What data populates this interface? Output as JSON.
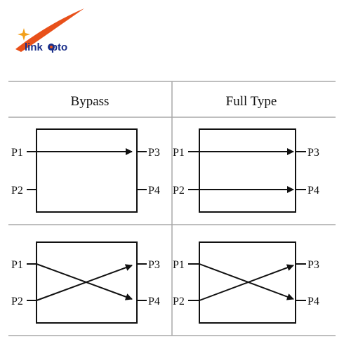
{
  "logo": {
    "text_prefix": "link",
    "text_suffix": "pto",
    "colors": {
      "text": "#1a2f8a",
      "swoosh": "#e8501a",
      "star": "#f3a01a",
      "dot": "#1a2f8a"
    }
  },
  "table": {
    "columns": [
      {
        "header": "Bypass"
      },
      {
        "header": "Full Type"
      }
    ],
    "ports": {
      "p1": "P1",
      "p2": "P2",
      "p3": "P3",
      "p4": "P4"
    },
    "cells": [
      {
        "row": 1,
        "column": "Bypass",
        "paths": [
          [
            "P1",
            "P3"
          ]
        ]
      },
      {
        "row": 1,
        "column": "Full Type",
        "paths": [
          [
            "P1",
            "P3"
          ],
          [
            "P2",
            "P4"
          ]
        ]
      },
      {
        "row": 2,
        "column": "Bypass",
        "paths": [
          [
            "P1",
            "P4"
          ],
          [
            "P2",
            "P3"
          ]
        ]
      },
      {
        "row": 2,
        "column": "Full Type",
        "paths": [
          [
            "P1",
            "P4"
          ],
          [
            "P2",
            "P3"
          ]
        ]
      }
    ]
  },
  "colors": {
    "line": "#111111",
    "grid": "#a8a8a8",
    "background": "#ffffff"
  }
}
